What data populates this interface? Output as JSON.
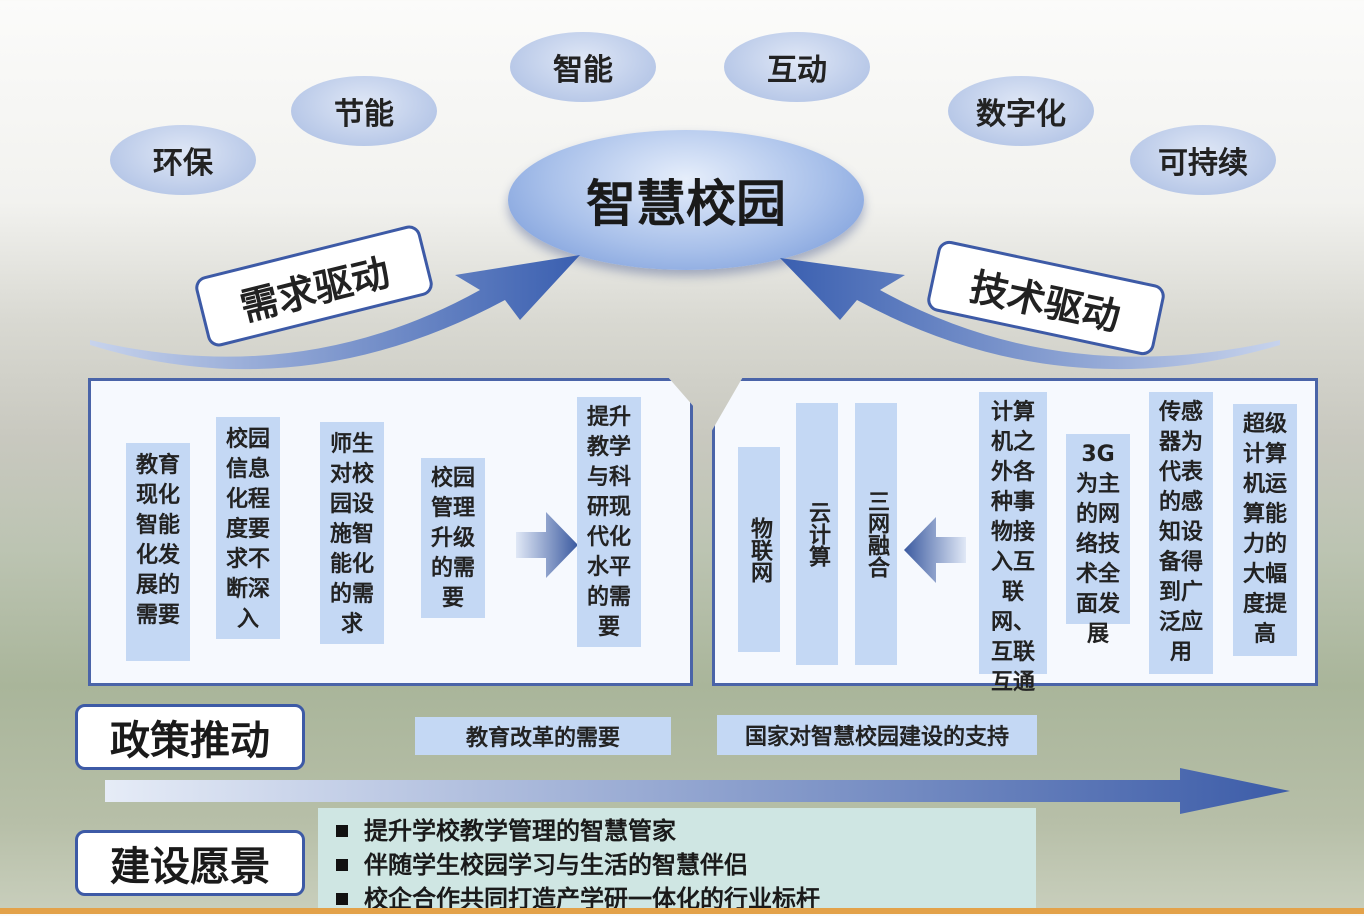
{
  "center": "智慧校园",
  "ovals": [
    "环保",
    "节能",
    "智能",
    "互动",
    "数字化",
    "可持续"
  ],
  "demand_drive": "需求驱动",
  "tech_drive": "技术驱动",
  "demand_items": [
    "教育现化智能化发展的需要",
    "校园信息化程度要求不断深入",
    "师生对校园设施智能化的需求",
    "校园管理升级的需要"
  ],
  "demand_result": "提升教学与科研现代化水平的需要",
  "tech_results": [
    "物联网",
    "云计算",
    "三网融合"
  ],
  "tech_items": [
    "计算机之外各种事物接入互联网、互联互通",
    "3G为主的网络技术全面发展",
    "传感器为代表的感知设备得到广泛应用",
    "超级计算机运算能力的大幅度提高"
  ],
  "policy": {
    "label": "政策推动",
    "items": [
      "教育改革的需要",
      "国家对智慧校园建设的支持"
    ]
  },
  "vision": {
    "label": "建设愿景",
    "items": [
      "提升学校教学管理的智慧管家",
      "伴随学生校园学习与生活的智慧伴侣",
      "校企合作共同打造产学研一体化的行业标杆"
    ]
  },
  "colors": {
    "accent": "#3d5aa6",
    "box": "#c4d8f4"
  }
}
